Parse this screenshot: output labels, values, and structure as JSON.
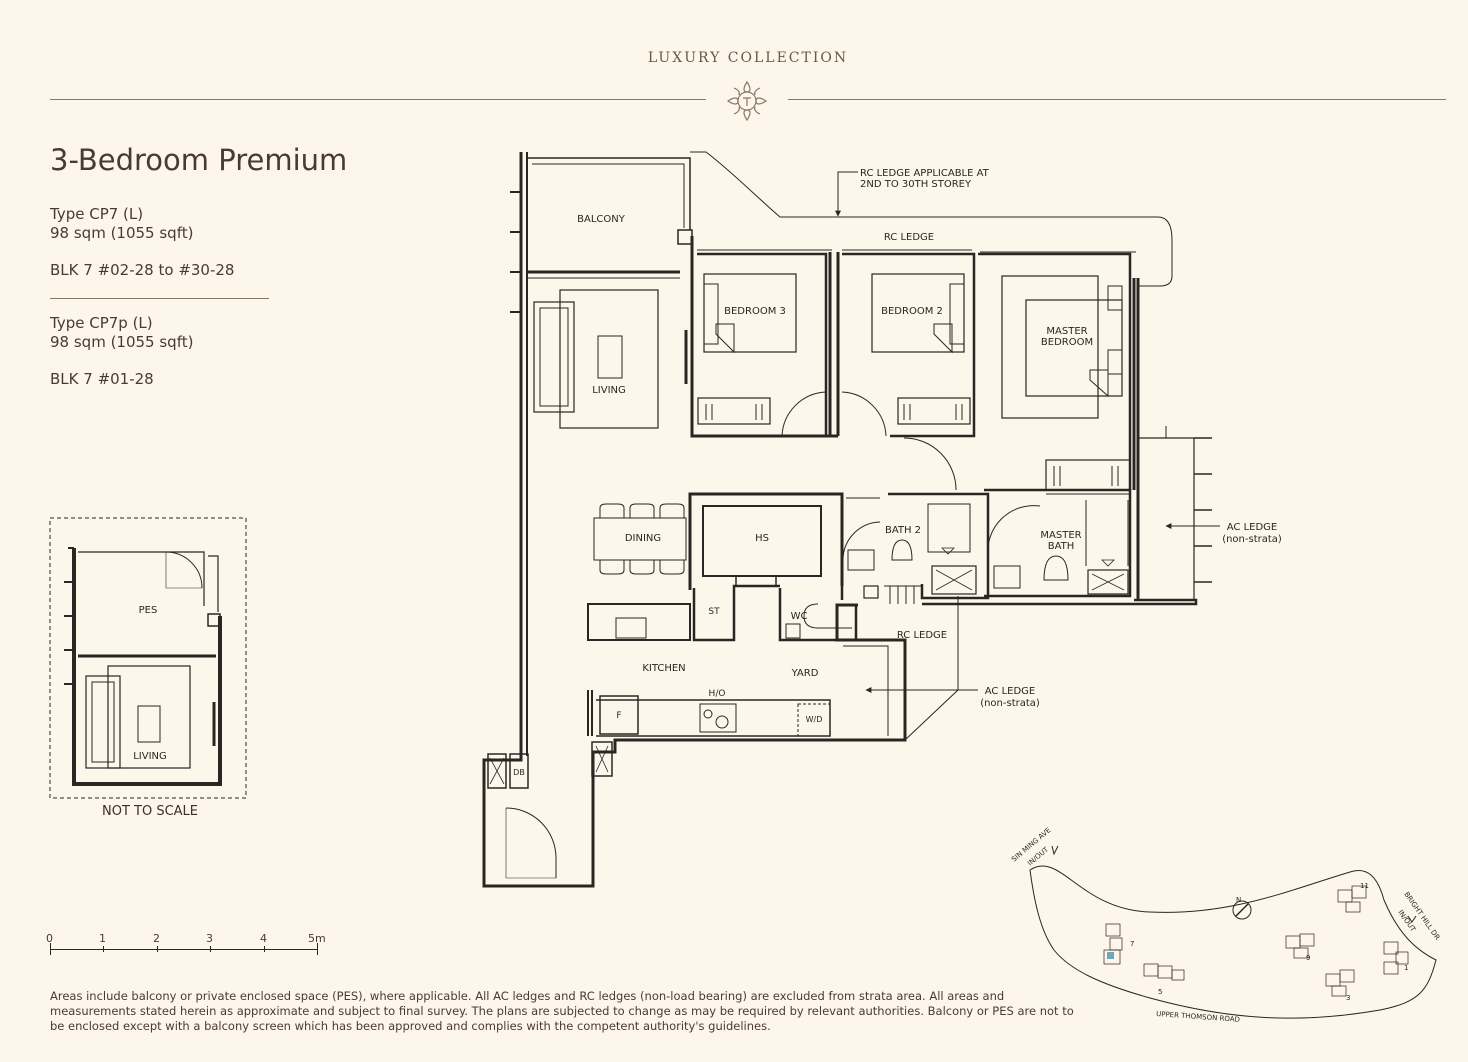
{
  "header": {
    "collection": "LUXURY COLLECTION"
  },
  "unit": {
    "title": "3-Bedroom Premium",
    "type1": {
      "type": "Type CP7 (L)",
      "area": "98 sqm (1055 sqft)",
      "blk": "BLK 7 #02-28 to #30-28"
    },
    "type2": {
      "type": "Type CP7p (L)",
      "area": "98 sqm (1055 sqft)",
      "blk": "BLK 7 #01-28"
    }
  },
  "inset": {
    "pes": "PES",
    "living": "LIVING",
    "not_to_scale": "NOT TO SCALE"
  },
  "rooms": {
    "balcony": "BALCONY",
    "living": "LIVING",
    "bedroom3": "BEDROOM 3",
    "bedroom2": "BEDROOM 2",
    "master_line1": "MASTER",
    "master_line2": "BEDROOM",
    "dining": "DINING",
    "hs": "HS",
    "bath2": "BATH 2",
    "master_bath_line1": "MASTER",
    "master_bath_line2": "BATH",
    "st": "ST",
    "wc": "WC",
    "kitchen": "KITCHEN",
    "yard": "YARD",
    "ho": "H/O",
    "f": "F",
    "wd": "W/D",
    "db": "DB"
  },
  "annotations": {
    "rc_ledge_applicable_1": "RC LEDGE APPLICABLE AT",
    "rc_ledge_applicable_2": "2ND TO 30TH STOREY",
    "rc_ledge_top": "RC LEDGE",
    "rc_ledge_mid": "RC LEDGE",
    "ac_ledge_right_1": "AC LEDGE",
    "ac_ledge_right_2": "(non-strata)",
    "ac_ledge_bottom_1": "AC LEDGE",
    "ac_ledge_bottom_2": "(non-strata)"
  },
  "scale": {
    "ticks": [
      "0",
      "1",
      "2",
      "3",
      "4",
      "5m"
    ]
  },
  "site_map": {
    "sin_ming_1": "SIN MING AVE",
    "sin_ming_2": "IN/OUT",
    "bright_hill_1": "BRIGHT HILL DR",
    "bright_hill_2": "IN/OUT",
    "upper_thomson": "UPPER THOMSON ROAD",
    "north": "N",
    "blocks": [
      "7",
      "5",
      "9",
      "3",
      "11",
      "1"
    ]
  },
  "disclaimer": "Areas include balcony or private enclosed space (PES), where applicable. All AC ledges and RC ledges (non-load bearing) are excluded from strata area. All areas and measurements stated herein as approximate and subject to final survey. The plans are subjected to change as may be required by relevant authorities. Balcony or PES are not to be enclosed except with a balcony screen which has been approved and complies with the competent authority's guidelines.",
  "colors": {
    "background": "#fdf6ea",
    "wall": "#2b2624",
    "rule": "#8a7668"
  }
}
